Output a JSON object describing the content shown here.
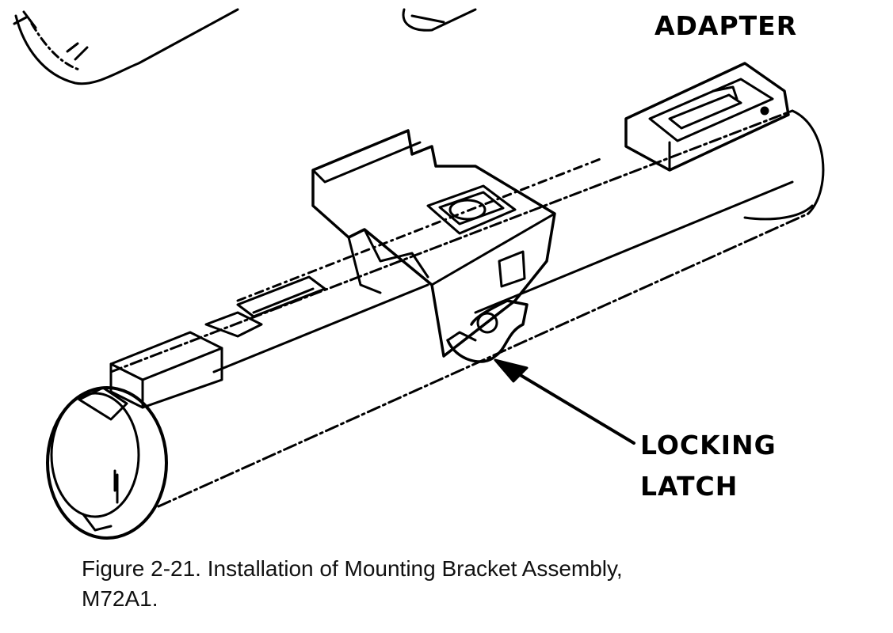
{
  "labels": {
    "adapter": "ADAPTER",
    "locking_latch_line1": "LOCKING",
    "locking_latch_line2": "LATCH"
  },
  "caption": {
    "line1": "Figure 2-21. Installation of Mounting Bracket Assembly,",
    "line2": "M72A1."
  },
  "colors": {
    "ink": "#000000",
    "paper": "#ffffff"
  }
}
